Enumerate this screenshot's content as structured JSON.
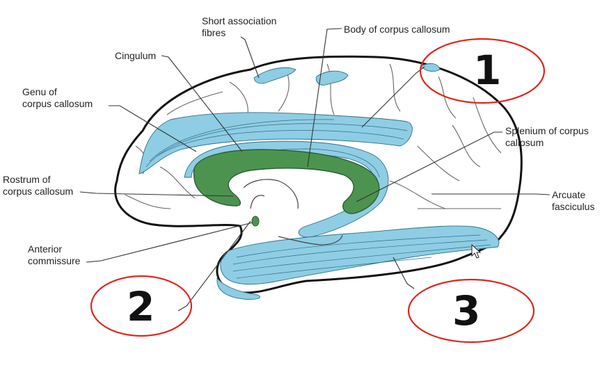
{
  "labels": {
    "short_association": [
      "Short association",
      "fibres"
    ],
    "body_cc": "Body of corpus callosum",
    "cingulum": "Cingulum",
    "genu": [
      "Genu of",
      "corpus callosum"
    ],
    "splenium": [
      "Splenium of corpus",
      "callosum"
    ],
    "rostrum": [
      "Rostrum of",
      "corpus callosum"
    ],
    "arcuate": [
      "Arcuate",
      "fasciculus"
    ],
    "anterior_commissure": [
      "Anterior",
      "commissure"
    ]
  },
  "answers": [
    "1",
    "2",
    "3"
  ],
  "colors": {
    "fibre_blue": "#8ecde3",
    "fibre_line": "#2f6f8a",
    "corpus_green": "#4c9350",
    "outline": "#111111",
    "sulcus": "#555555",
    "leader": "#333333",
    "answer_circle": "#e0251b"
  }
}
